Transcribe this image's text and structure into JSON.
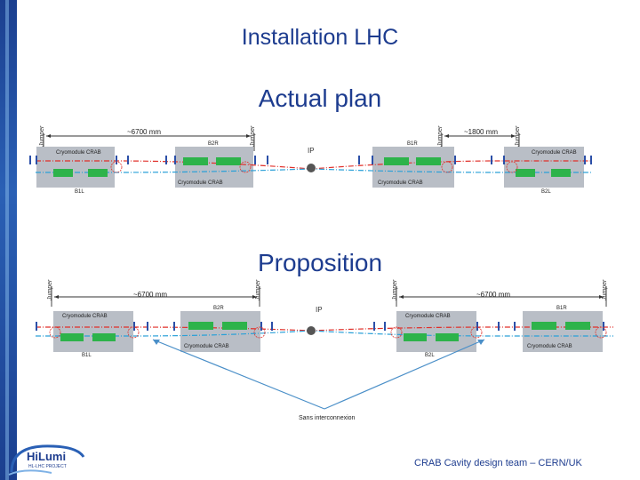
{
  "slide": {
    "title": "Installation LHC",
    "footer": "CRAB Cavity design team – CERN/UK",
    "logo_text_main": "HiLumi",
    "logo_text_sub": "HL-LHC PROJECT"
  },
  "actual_plan": {
    "heading": "Actual plan",
    "jumper_label": "Jumper",
    "dim_left": "~6700 mm",
    "dim_right": "~1800 mm",
    "ip_label": "IP",
    "cryomodule_label": "Cryomodule CRAB",
    "tags": [
      "B2R",
      "B1R",
      "B1L",
      "B2L"
    ]
  },
  "proposition": {
    "heading": "Proposition",
    "jumper_label": "Jumper",
    "dim_left": "~6700 mm",
    "dim_right": "~6700 mm",
    "ip_label": "IP",
    "cryomodule_label": "Cryomodule CRAB",
    "tags": [
      "B2R",
      "B1R",
      "B1L",
      "B2L"
    ],
    "note": "Sans interconnexion"
  },
  "colors": {
    "title": "#1d3c8f",
    "beam_red": "#e0302a",
    "beam_blue": "#2aa0d8",
    "module": "#b9bec6",
    "cavity": "#2db34a",
    "flange": "#2b4fa8"
  }
}
